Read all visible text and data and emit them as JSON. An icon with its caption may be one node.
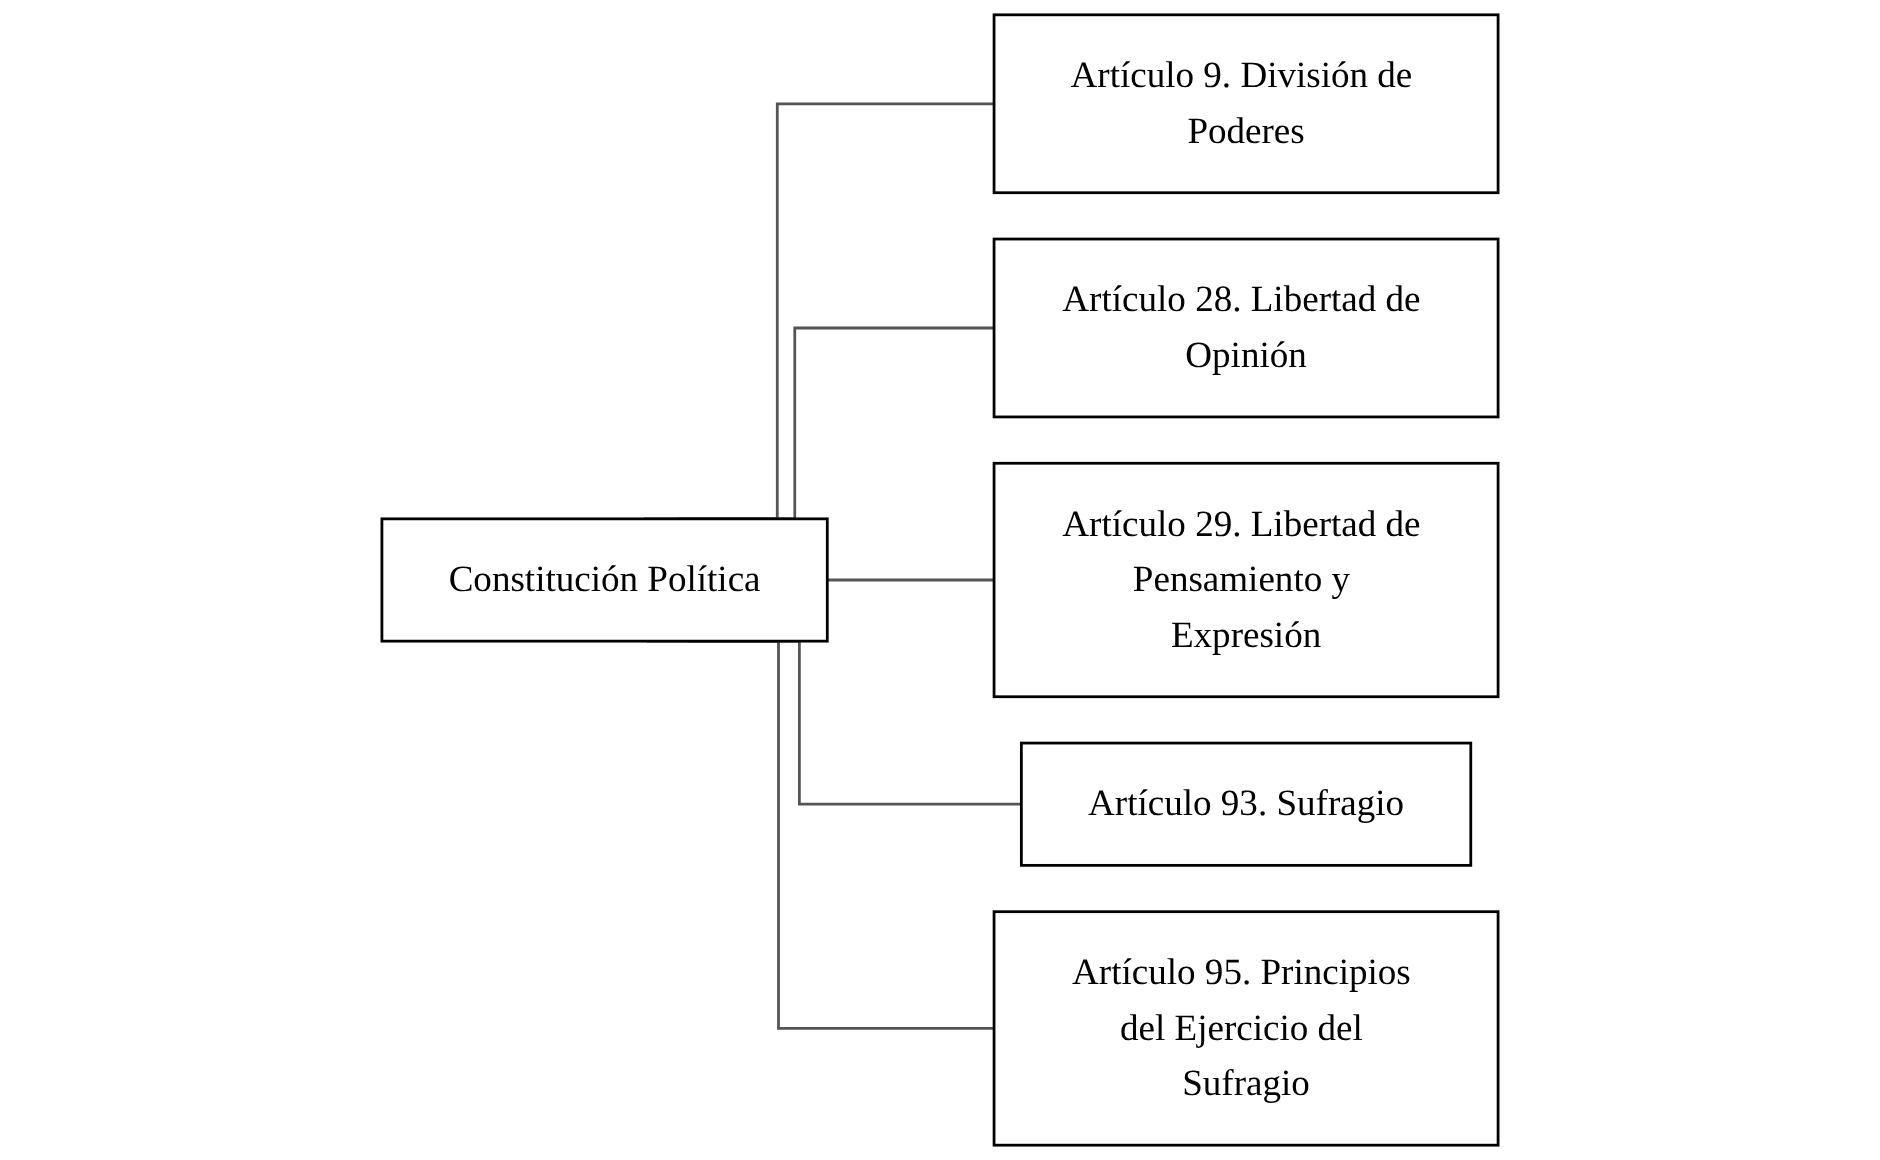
{
  "diagram": {
    "nodes": [
      {
        "text": [
          "Constitución Política"
        ]
      },
      {
        "text": [
          "Artículo 9. División de Poderes"
        ]
      },
      {
        "text": [
          "Artículo 28. Libertad de Opinión"
        ]
      },
      {
        "text": [
          "Artículo 29. Libertad de Pensamiento y Expresión"
        ]
      },
      {
        "text": [
          "Artículo 93. Sufragio"
        ]
      },
      {
        "text": [
          "Artículo 95. Principios del Ejercicio del Sufragio"
        ]
      }
    ],
    "edges": [
      {
        "from": 0,
        "to": 1,
        "arrow": "none"
      },
      {
        "from": 0,
        "to": 2,
        "arrow": "none"
      },
      {
        "from": 0,
        "to": 3,
        "arrow": "none"
      },
      {
        "from": 0,
        "to": 4,
        "arrow": "none"
      },
      {
        "from": 0,
        "to": 5,
        "arrow": "none"
      }
    ]
  }
}
